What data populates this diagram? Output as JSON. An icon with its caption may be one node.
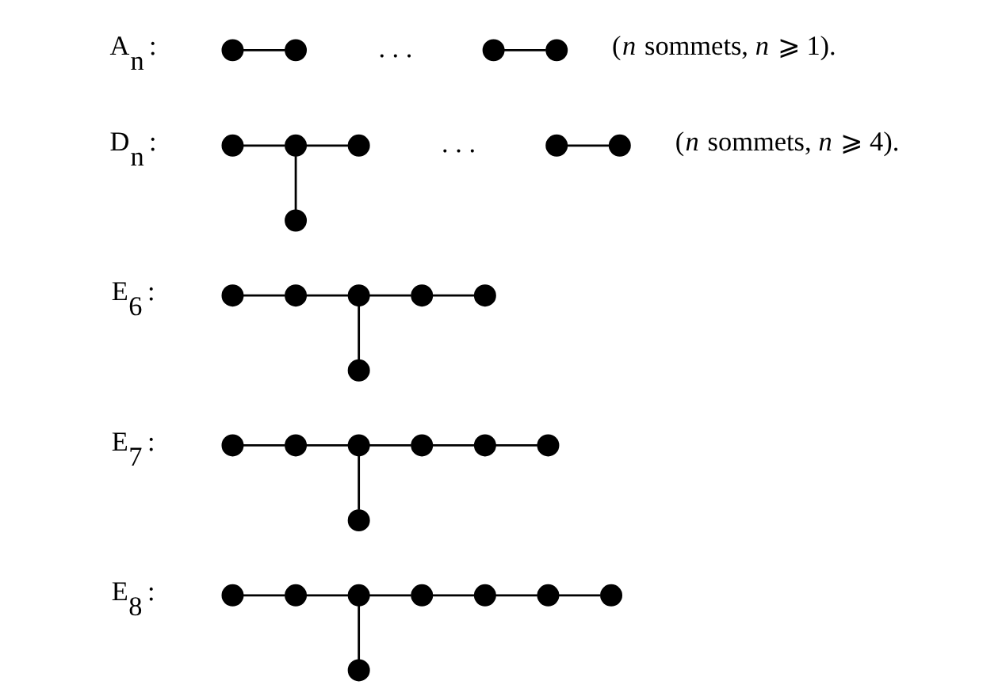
{
  "diagram": {
    "nodes": [
      {
        "text": [],
        "shape": "circle"
      },
      {
        "text": [],
        "shape": "circle"
      },
      {
        "text": [],
        "shape": "circle"
      },
      {
        "text": [],
        "shape": "circle"
      },
      {
        "text": [],
        "shape": "circle"
      },
      {
        "text": [],
        "shape": "circle"
      },
      {
        "text": [],
        "shape": "circle"
      },
      {
        "text": [],
        "shape": "circle"
      },
      {
        "text": [],
        "shape": "circle"
      },
      {
        "text": [],
        "shape": "circle"
      },
      {
        "text": [],
        "shape": "circle"
      },
      {
        "text": [],
        "shape": "circle"
      },
      {
        "text": [],
        "shape": "circle"
      },
      {
        "text": [],
        "shape": "circle"
      },
      {
        "text": [],
        "shape": "circle"
      },
      {
        "text": [],
        "shape": "circle"
      },
      {
        "text": [],
        "shape": "circle"
      },
      {
        "text": [],
        "shape": "circle"
      },
      {
        "text": [],
        "shape": "circle"
      },
      {
        "text": [],
        "shape": "circle"
      },
      {
        "text": [],
        "shape": "circle"
      },
      {
        "text": [],
        "shape": "circle"
      },
      {
        "text": [],
        "shape": "circle"
      },
      {
        "text": [],
        "shape": "circle"
      },
      {
        "text": [],
        "shape": "circle"
      },
      {
        "text": [],
        "shape": "circle"
      },
      {
        "text": [],
        "shape": "circle"
      },
      {
        "text": [],
        "shape": "circle"
      },
      {
        "text": [],
        "shape": "circle"
      },
      {
        "text": [],
        "shape": "circle"
      },
      {
        "text": [],
        "shape": "circle"
      }
    ],
    "edges": [
      {
        "from": 0,
        "to": 1,
        "arrow": "none"
      },
      {
        "from": 2,
        "to": 3,
        "arrow": "none"
      },
      {
        "from": 4,
        "to": 5,
        "arrow": "none"
      },
      {
        "from": 5,
        "to": 6,
        "arrow": "none"
      },
      {
        "from": 7,
        "to": 8,
        "arrow": "none"
      },
      {
        "from": 5,
        "to": 9,
        "arrow": "none"
      },
      {
        "from": 10,
        "to": 11,
        "arrow": "none"
      },
      {
        "from": 11,
        "to": 12,
        "arrow": "none"
      },
      {
        "from": 12,
        "to": 13,
        "arrow": "none"
      },
      {
        "from": 13,
        "to": 14,
        "arrow": "none"
      },
      {
        "from": 12,
        "to": 15,
        "arrow": "none"
      },
      {
        "from": 16,
        "to": 17,
        "arrow": "none"
      },
      {
        "from": 17,
        "to": 18,
        "arrow": "none"
      },
      {
        "from": 18,
        "to": 19,
        "arrow": "none"
      },
      {
        "from": 19,
        "to": 20,
        "arrow": "none"
      },
      {
        "from": 20,
        "to": 21,
        "arrow": "none"
      },
      {
        "from": 18,
        "to": 22,
        "arrow": "none"
      },
      {
        "from": 23,
        "to": 24,
        "arrow": "none"
      },
      {
        "from": 24,
        "to": 25,
        "arrow": "none"
      },
      {
        "from": 25,
        "to": 26,
        "arrow": "none"
      },
      {
        "from": 26,
        "to": 27,
        "arrow": "none"
      },
      {
        "from": 27,
        "to": 28,
        "arrow": "none"
      },
      {
        "from": 28,
        "to": 29,
        "arrow": "none"
      },
      {
        "from": 25,
        "to": 30,
        "arrow": "none"
      }
    ],
    "labels": [
      "A$_{n}$ :",
      ". . .",
      "(*n* sommets, *n* ⩾ 1).",
      "D$_{n}$ :",
      ". . .",
      "(*n* sommets, *n* ⩾ 4).",
      "E$_{6}$ :",
      "E$_{7}$ :",
      "E$_{8}$ :"
    ]
  }
}
